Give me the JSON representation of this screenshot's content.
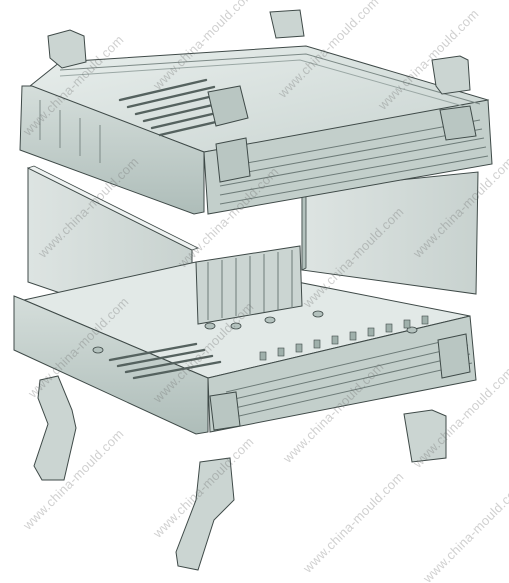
{
  "watermark": {
    "text": "www.china-mould.com"
  },
  "colors": {
    "background": "#ffffff",
    "part_fill": "#cfd9d6",
    "part_light": "#e6ecea",
    "part_dark": "#9fb0ab",
    "outline": "#3f4a48",
    "panel_fill": "#d9e1de"
  },
  "parts": {
    "top_cover": "top-cover-with-vent-slots",
    "bottom_base": "bottom-base-with-vent-slots",
    "front_panel": "front-panel",
    "rear_panel": "rear-panel",
    "corner_clips": "corner-clips",
    "tilt_feet": "tilt-feet"
  }
}
